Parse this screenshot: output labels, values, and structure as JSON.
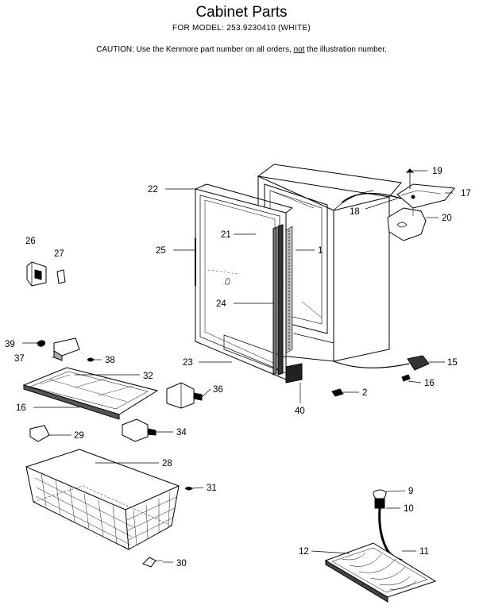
{
  "header": {
    "title": "Cabinet Parts",
    "subtitle": "FOR MODEL:  253.9230410  (WHITE)",
    "caution_prefix": "CAUTION:  Use the Kenmore part number on all orders, ",
    "caution_emph": "not",
    "caution_suffix": " the illustration number."
  },
  "callouts": {
    "c1": "1",
    "c2": "2",
    "c9": "9",
    "c10": "10",
    "c11": "11",
    "c12": "12",
    "c15": "15",
    "c16a": "16",
    "c16b": "16",
    "c17": "17",
    "c18": "18",
    "c19": "19",
    "c20": "20",
    "c21": "21",
    "c22": "22",
    "c23": "23",
    "c24": "24",
    "c25": "25",
    "c26": "26",
    "c27": "27",
    "c28": "28",
    "c29": "29",
    "c30": "30",
    "c31": "31",
    "c32": "32",
    "c34": "34",
    "c36": "36",
    "c37": "37",
    "c38": "38",
    "c39": "39",
    "c40": "40"
  }
}
